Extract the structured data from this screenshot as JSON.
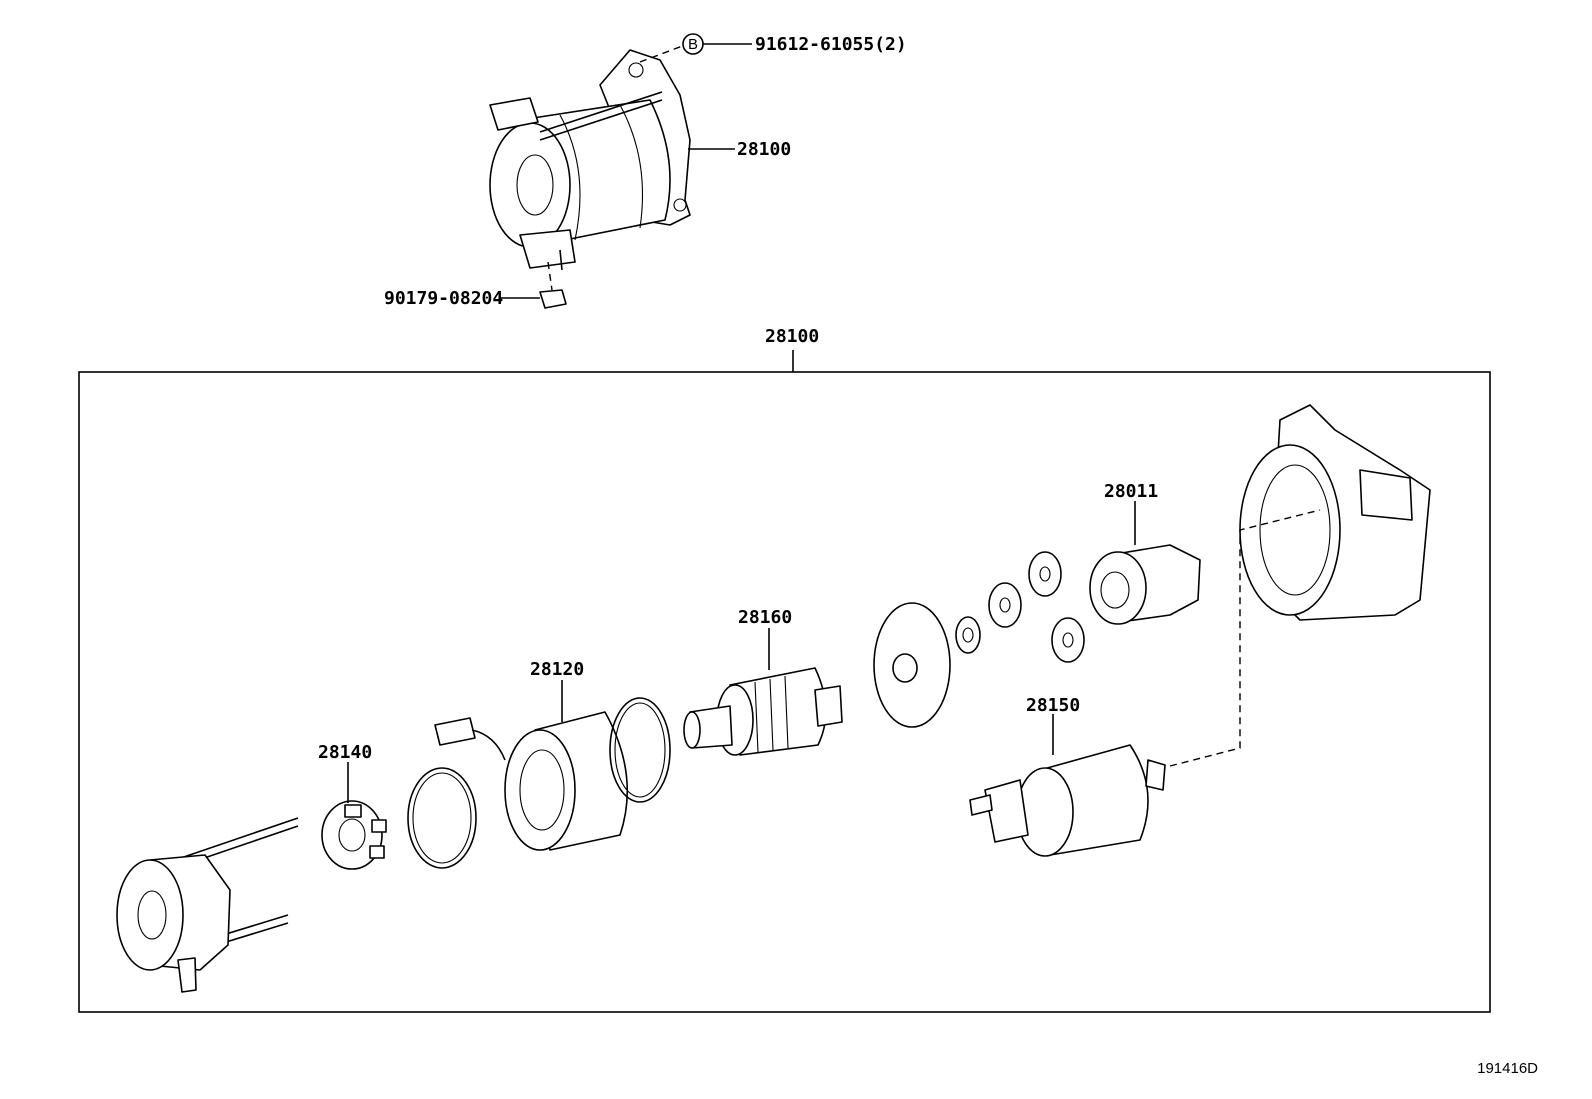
{
  "callouts": {
    "bolt_symbol": "B",
    "bolt_part": "91612-61055(2)",
    "starter_assy_top": "28100",
    "nut_part": "90179-08204",
    "starter_assy_group": "28100",
    "drive_clutch": "28011",
    "armature": "28160",
    "yoke": "28120",
    "brush_holder": "28140",
    "solenoid": "28150"
  },
  "figure_code": "191416D"
}
